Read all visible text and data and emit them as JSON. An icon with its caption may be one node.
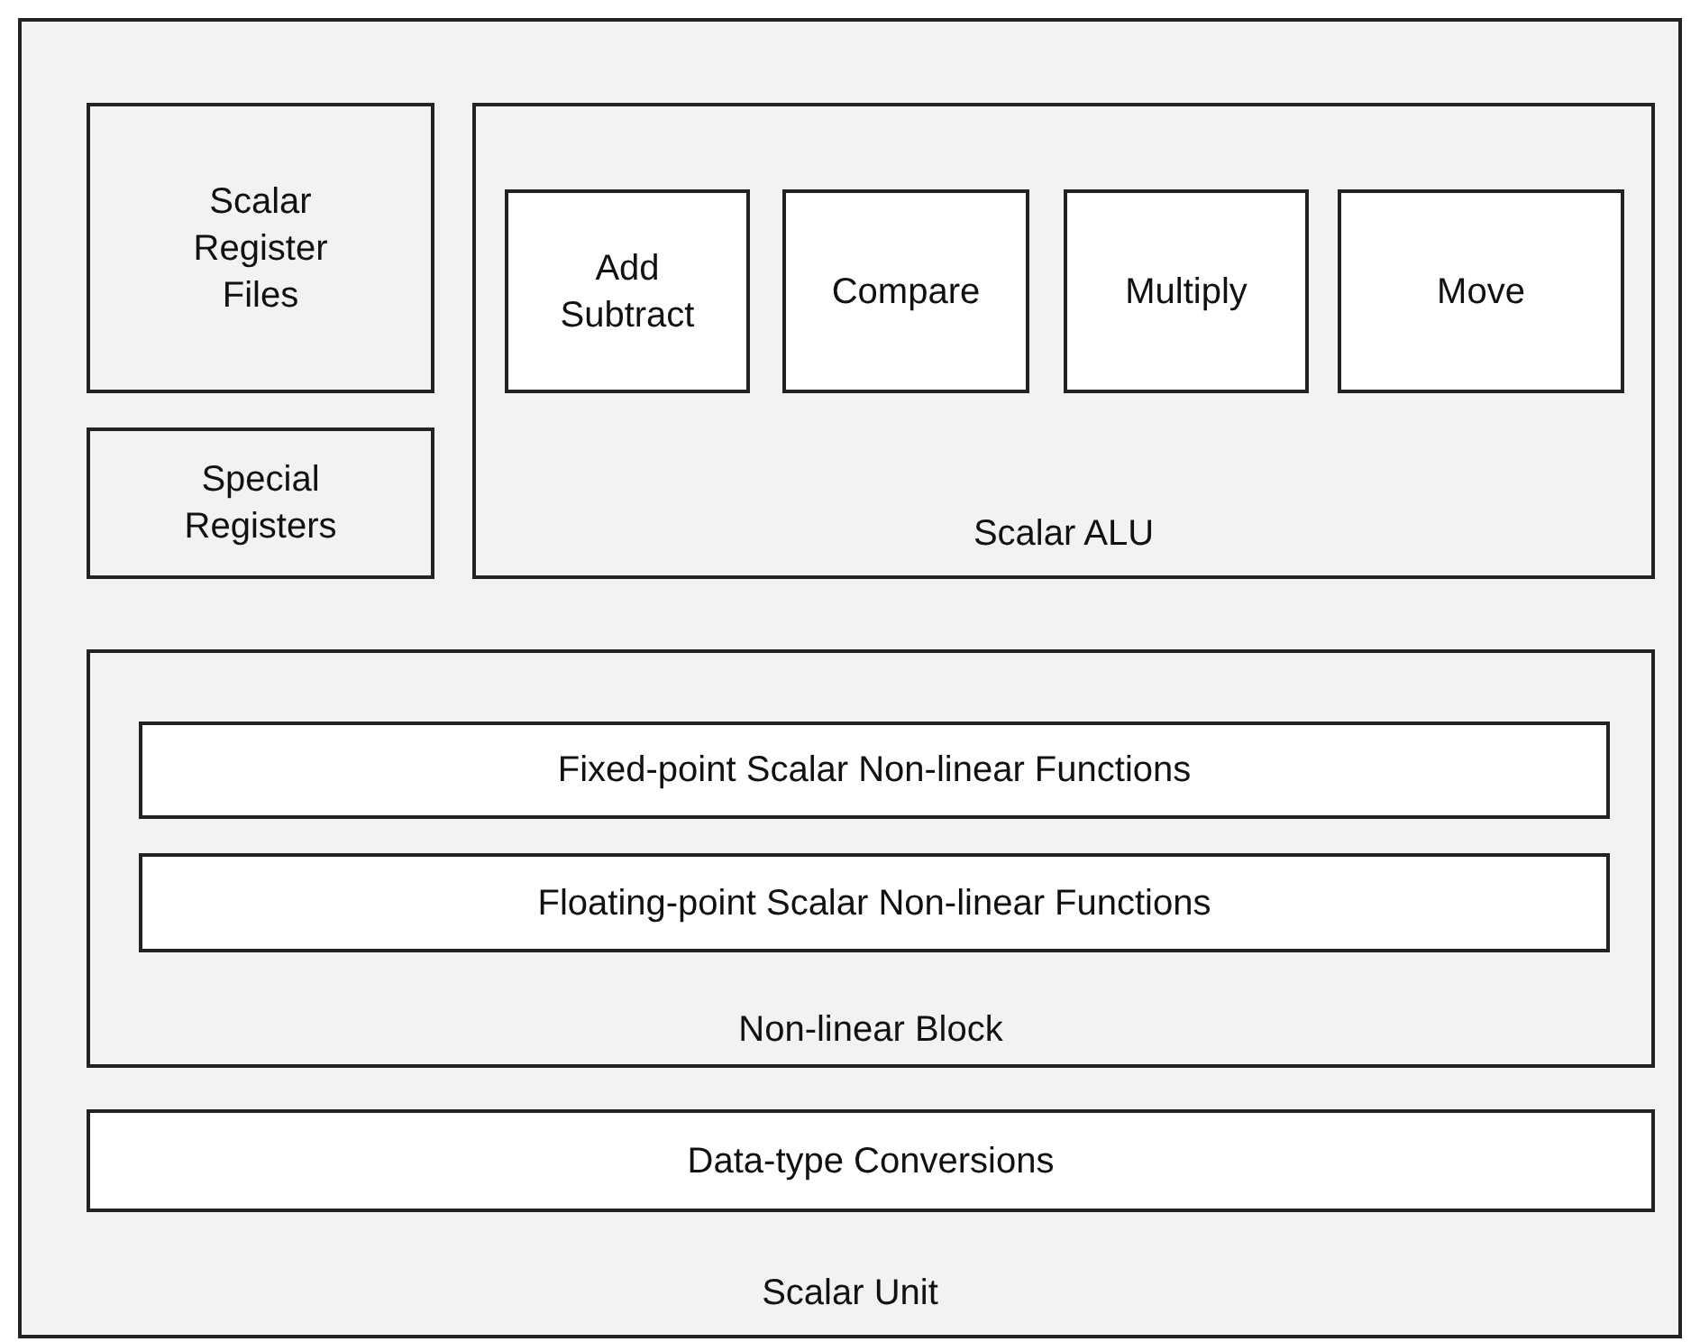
{
  "diagram": {
    "nodes": [
      {
        "text": [
          "Scalar Unit"
        ]
      },
      {
        "text": [
          "Scalar Register Files"
        ],
        "in": 0
      },
      {
        "text": [
          "Special Registers"
        ],
        "in": 0
      },
      {
        "text": [
          "Scalar ALU"
        ],
        "in": 0
      },
      {
        "text": [
          "Add Subtract"
        ],
        "in": 3
      },
      {
        "text": [
          "Compare"
        ],
        "in": 3
      },
      {
        "text": [
          "Multiply"
        ],
        "in": 3
      },
      {
        "text": [
          "Move"
        ],
        "in": 3
      },
      {
        "text": [
          "Non-linear Block"
        ],
        "in": 0
      },
      {
        "text": [
          "Fixed-point Scalar Non-linear Functions"
        ],
        "in": 8
      },
      {
        "text": [
          "Floating-point Scalar Non-linear Functions"
        ],
        "in": 8
      },
      {
        "text": [
          "Data-type Conversions"
        ],
        "in": 0
      }
    ]
  }
}
